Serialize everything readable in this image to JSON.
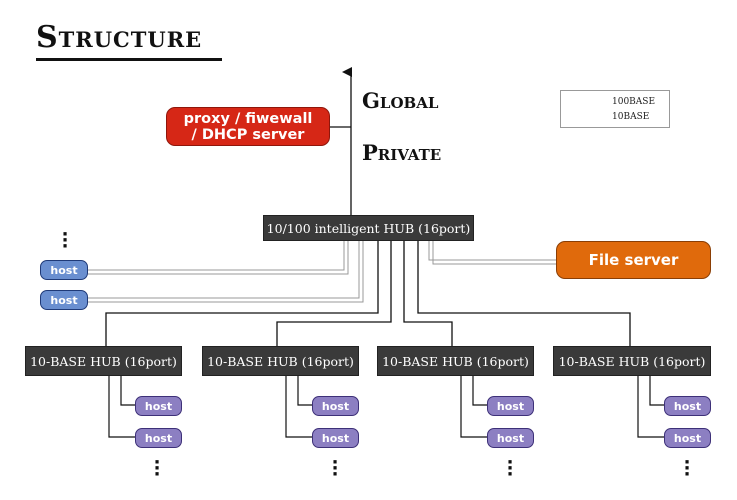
{
  "title": "Structure",
  "zones": {
    "global": "Global",
    "private": "Private"
  },
  "legend": {
    "fast": "100BASE",
    "slow": "10BASE"
  },
  "proxy": {
    "line1": "proxy / fiwewall",
    "line2": "/ DHCP server"
  },
  "main_hub": "10/100 intelligent HUB (16port)",
  "file_server": "File server",
  "direct_hosts": [
    "host",
    "host"
  ],
  "sub_hubs": [
    {
      "label": "10-BASE HUB (16port)",
      "hosts": [
        "host",
        "host"
      ]
    },
    {
      "label": "10-BASE HUB (16port)",
      "hosts": [
        "host",
        "host"
      ]
    },
    {
      "label": "10-BASE HUB (16port)",
      "hosts": [
        "host",
        "host"
      ]
    },
    {
      "label": "10-BASE HUB (16port)",
      "hosts": [
        "host",
        "host"
      ]
    }
  ],
  "colors": {
    "proxy": "#d62716",
    "file_server": "#e06a0c",
    "direct_host": "#6a8fd0",
    "sub_host": "#8c7fc2",
    "hub": "#3a3a3a"
  }
}
